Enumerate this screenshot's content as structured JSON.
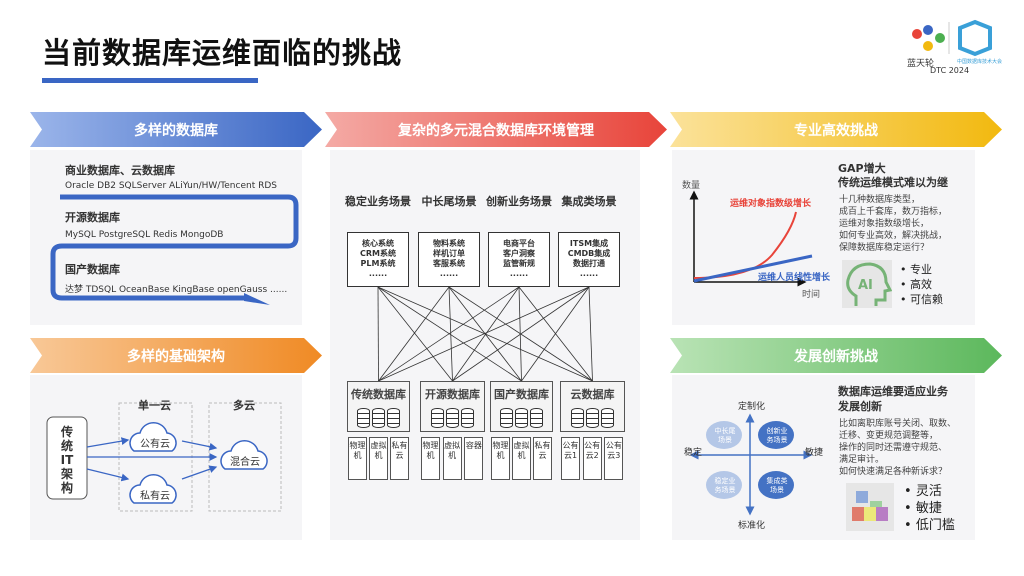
{
  "title": "当前数据库运维面临的挑战",
  "logo": {
    "brand1": "蓝天轮",
    "brand2": "中国数据库技术大会",
    "event": "DTC 2024"
  },
  "colors": {
    "accent_blue": "#3a66c4",
    "red": "#e8443a",
    "yellow": "#f2b90f",
    "green": "#5cb85c",
    "orange": "#f08a24"
  },
  "section_db": {
    "banner": "多样的数据库",
    "groups": [
      {
        "title": "商业数据库、云数据库",
        "items": "Oracle  DB2  SQLServer  ALiYun/HW/Tencent RDS"
      },
      {
        "title": "开源数据库",
        "items": "MySQL  PostgreSQL Redis MongoDB"
      },
      {
        "title": "国产数据库",
        "items": "达梦  TDSQL  OceanBase  KingBase  openGauss ......"
      }
    ]
  },
  "section_infra": {
    "banner": "多样的基础架构",
    "it": "传统IT架构",
    "single_cloud": "单一云",
    "multi_cloud": "多云",
    "public": "公有云",
    "private": "私有云",
    "hybrid": "混合云"
  },
  "section_mix": {
    "banner": "复杂的多元混合数据库环境管理",
    "scenes": [
      {
        "title": "稳定业务场景",
        "items": [
          "核心系统",
          "CRM系统",
          "PLM系统",
          "......"
        ]
      },
      {
        "title": "中长尾场景",
        "items": [
          "物料系统",
          "样机订单",
          "客服系统",
          "......"
        ]
      },
      {
        "title": "创新业务场景",
        "items": [
          "电商平台",
          "客户洞察",
          "监管新规",
          "......"
        ]
      },
      {
        "title": "集成类场景",
        "items": [
          "ITSM集成",
          "CMDB集成",
          "数据打通",
          "......"
        ]
      }
    ],
    "dbs": [
      {
        "title": "传统数据库",
        "infra": [
          "物理机",
          "虚拟机",
          "私有云"
        ]
      },
      {
        "title": "开源数据库",
        "infra": [
          "物理机",
          "虚拟机",
          "容器"
        ]
      },
      {
        "title": "国产数据库",
        "infra": [
          "物理机",
          "虚拟机",
          "私有云"
        ]
      },
      {
        "title": "云数据库",
        "infra": [
          "公有云1",
          "公有云2",
          "公有云3"
        ]
      }
    ]
  },
  "section_pro": {
    "banner": "专业高效挑战",
    "heading1": "GAP增大",
    "heading2": "传统运维模式难以为继",
    "body": [
      "十几种数据库类型，",
      "成百上千套库，数万指标，",
      "运维对象指数级增长，",
      "如何专业高效，解决挑战，",
      "保障数据库稳定运行？"
    ],
    "chart": {
      "ylabel": "数量",
      "xlabel": "时间",
      "red_label": "运维对象指数级增长",
      "blue_label": "运维人员线性增长"
    },
    "ai_icon": "AI",
    "bullets": [
      "专业",
      "高效",
      "可信赖"
    ]
  },
  "section_innov": {
    "banner": "发展创新挑战",
    "heading1": "数据库运维要适应业务",
    "heading2": "发展创新",
    "body": [
      "比如离职库账号关闭、取数、",
      "迁移、变更规范调整等，",
      "操作的同时还需遵守规范、",
      "满足审计。",
      "如何快速满足各种新诉求？"
    ],
    "axes": {
      "top": "定制化",
      "bottom": "标准化",
      "left": "稳定",
      "right": "敏捷"
    },
    "quadrants": {
      "tl": "中长尾场景",
      "tr": "创新业务场景",
      "bl": "稳定业务场景",
      "br": "集成类场景"
    },
    "bullets": [
      "灵活",
      "敏捷",
      "低门槛"
    ]
  }
}
